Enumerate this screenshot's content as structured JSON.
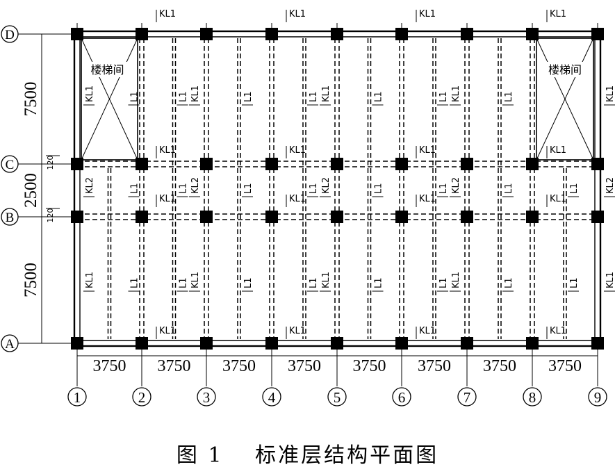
{
  "figure": {
    "caption": "图 1　 标准层结构平面图",
    "column_axes": [
      "1",
      "2",
      "3",
      "4",
      "5",
      "6",
      "7",
      "8",
      "9"
    ],
    "row_axes": [
      "D",
      "C",
      "B",
      "A"
    ],
    "bay_spacings": [
      "3750",
      "3750",
      "3750",
      "3750",
      "3750",
      "3750",
      "3750",
      "3750"
    ],
    "row_spans": [
      "7500",
      "2500",
      "7500"
    ],
    "corridor_offsets": [
      "120",
      "120"
    ],
    "stair_label": "楼梯间",
    "beam_labels": {
      "frame_1": "KL1",
      "frame_2": "KL2",
      "secondary": "L1"
    }
  }
}
